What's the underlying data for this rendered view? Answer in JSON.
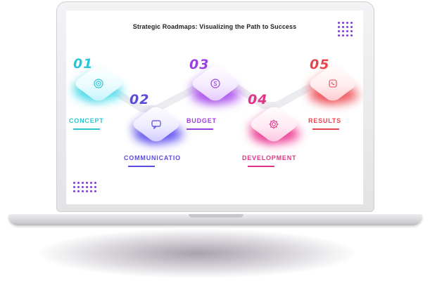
{
  "slide": {
    "title": "Strategic Roadmaps: Visualizing the Path to Success"
  },
  "steps": [
    {
      "number": "01",
      "label": "CONCEPT",
      "icon": "target-icon",
      "color": "#29c6d8"
    },
    {
      "number": "02",
      "label": "COMMUNICATIO",
      "icon": "chat-icon",
      "color": "#5a4be0"
    },
    {
      "number": "03",
      "label": "BUDGET",
      "icon": "dollar-coin-icon",
      "color": "#9b3fe0"
    },
    {
      "number": "04",
      "label": "DEVELOPMENT",
      "icon": "gear-icon",
      "color": "#e2338a"
    },
    {
      "number": "05",
      "label": "RESULTS",
      "icon": "phone-icon",
      "color": "#e8454e"
    }
  ],
  "colors": {
    "accent_dots": "#7a3fd6",
    "text_dark": "#222222"
  }
}
